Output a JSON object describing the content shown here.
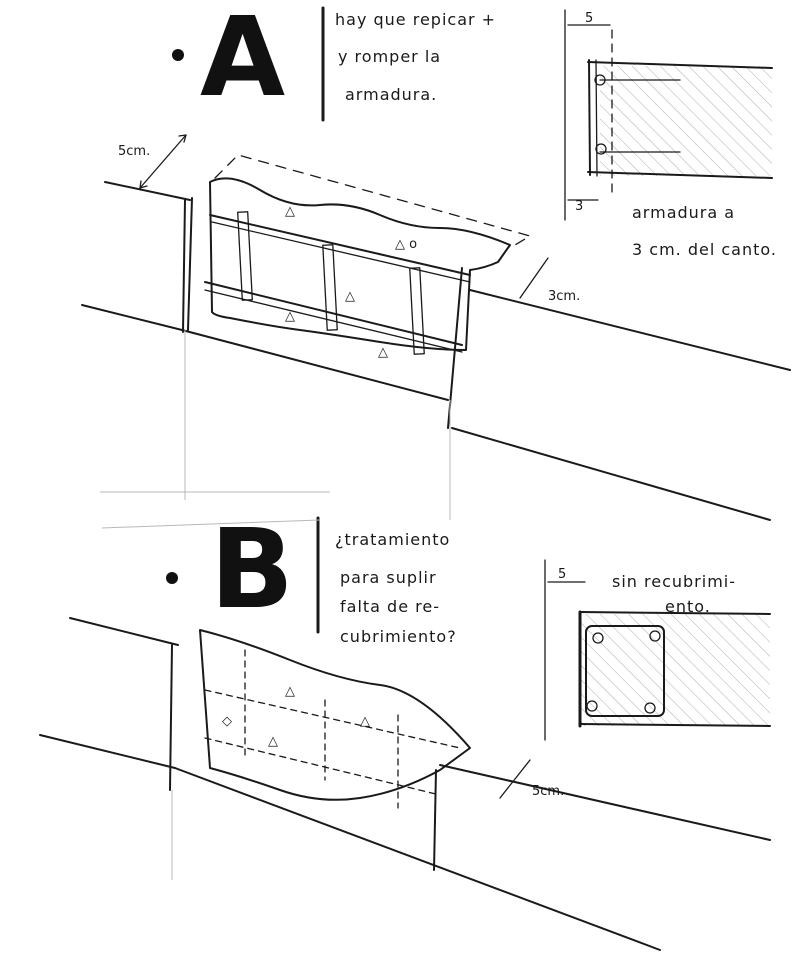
{
  "section_a": {
    "letter": "A",
    "note_lines": [
      "hay que repicar +",
      "y romper la",
      "armadura."
    ],
    "dim_cover_face": "5cm.",
    "dim_depth": "3cm.",
    "detail_dim_top": "5",
    "detail_dim_bottom": "3",
    "detail_caption_lines": [
      "armadura a",
      "3 cm. del canto."
    ]
  },
  "section_b": {
    "letter": "B",
    "note_lines": [
      "¿tratamiento",
      "para suplir",
      "falta de re-",
      "cubrimiento?"
    ],
    "dim_depth": "5cm.",
    "detail_dim_top": "5",
    "detail_caption_lines": [
      "sin recubrimi-",
      "ento."
    ]
  }
}
